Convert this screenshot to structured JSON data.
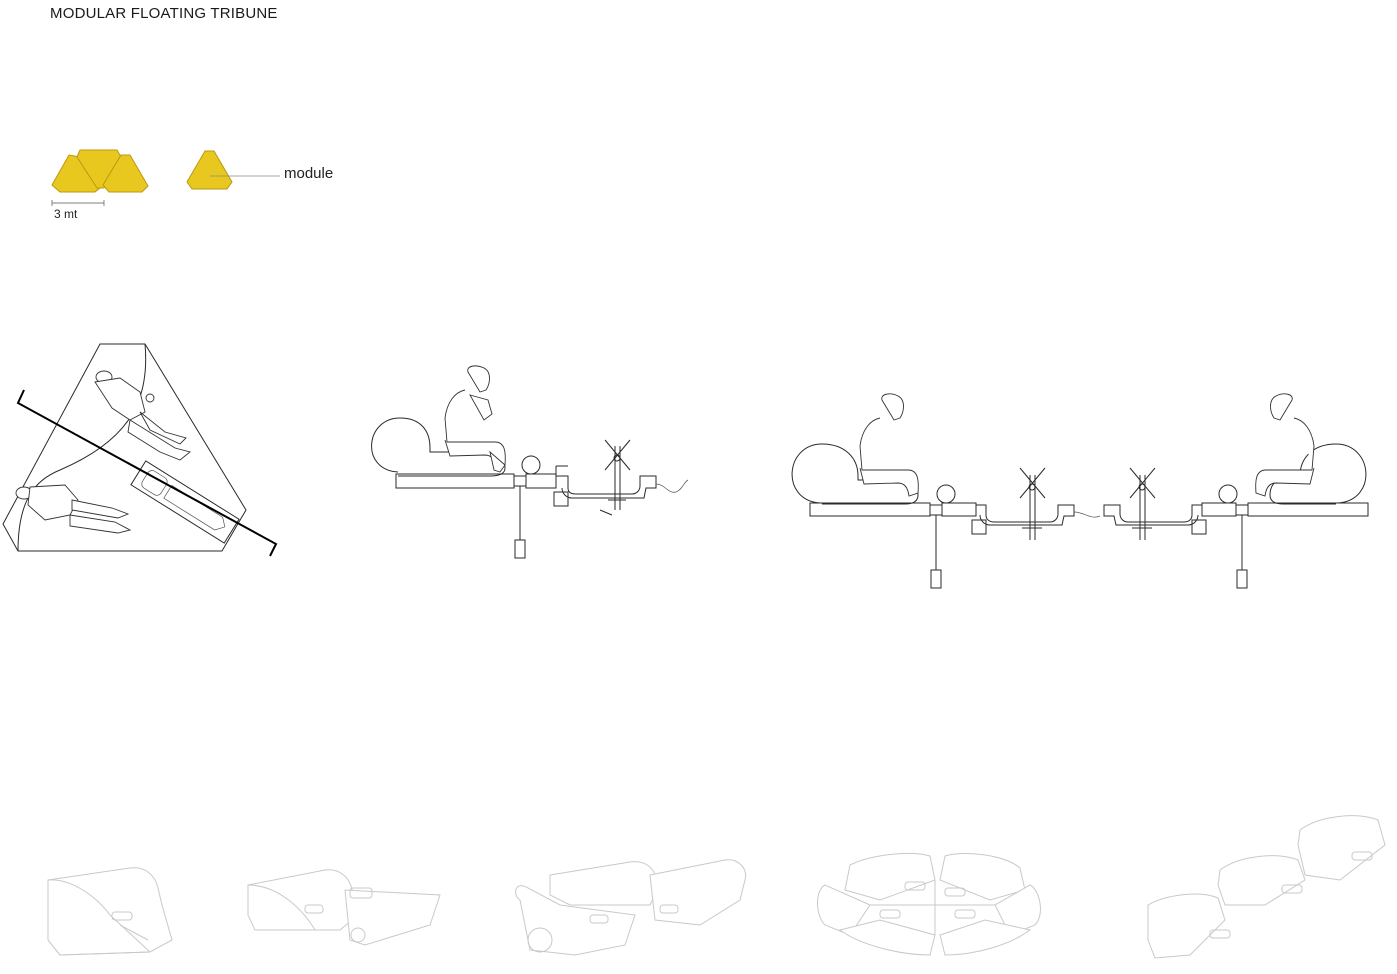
{
  "header": {
    "title": "MODULAR FLOATING TRIBUNE"
  },
  "legend": {
    "module_label": "module",
    "scale_label": "3 mt",
    "module_color": "#E8C81E",
    "module_stroke": "#B89A10"
  },
  "colors": {
    "line": "#2a2a2a",
    "section_cut": "#000000",
    "axonometric_line": "#c9c9c9"
  }
}
